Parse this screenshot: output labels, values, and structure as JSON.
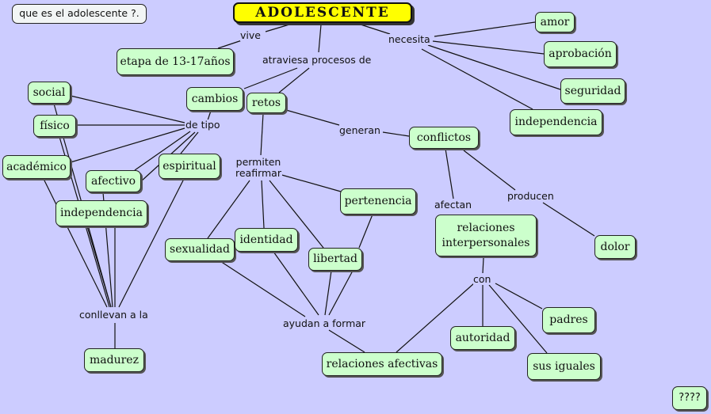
{
  "map": {
    "question": "que es el adolescente ?.",
    "root": "ADOLESCENTE",
    "nodes": {
      "etapa": "etapa de 13-17años",
      "amor": "amor",
      "aprobacion": "aprobación",
      "seguridad": "seguridad",
      "independencia_right": "independencia",
      "cambios": "cambios",
      "retos": "retos",
      "social": "social",
      "fisico": "físico",
      "conflictos": "conflictos",
      "academico": "académico",
      "espiritual": "espiritual",
      "afectivo": "afectivo",
      "independencia_left": "independencia",
      "pertenencia": "pertenencia",
      "relaciones_interpersonales": "relaciones interpersonales",
      "dolor": "dolor",
      "sexualidad": "sexualidad",
      "identidad": "identidad",
      "libertad": "libertad",
      "padres": "padres",
      "autoridad": "autoridad",
      "relaciones_afectivas": "relaciones afectivas",
      "sus_iguales": "sus iguales",
      "madurez": "madurez",
      "unknown": "????"
    },
    "links": {
      "vive": "vive",
      "atraviesa": "atraviesa procesos de",
      "necesita": "necesita",
      "de_tipo": "de tipo",
      "generan": "generan",
      "permiten": "permiten reafirmar",
      "afectan": "afectan",
      "producen": "producen",
      "con": "con",
      "conllevan": "conllevan a la",
      "ayudan": "ayudan a formar"
    }
  }
}
